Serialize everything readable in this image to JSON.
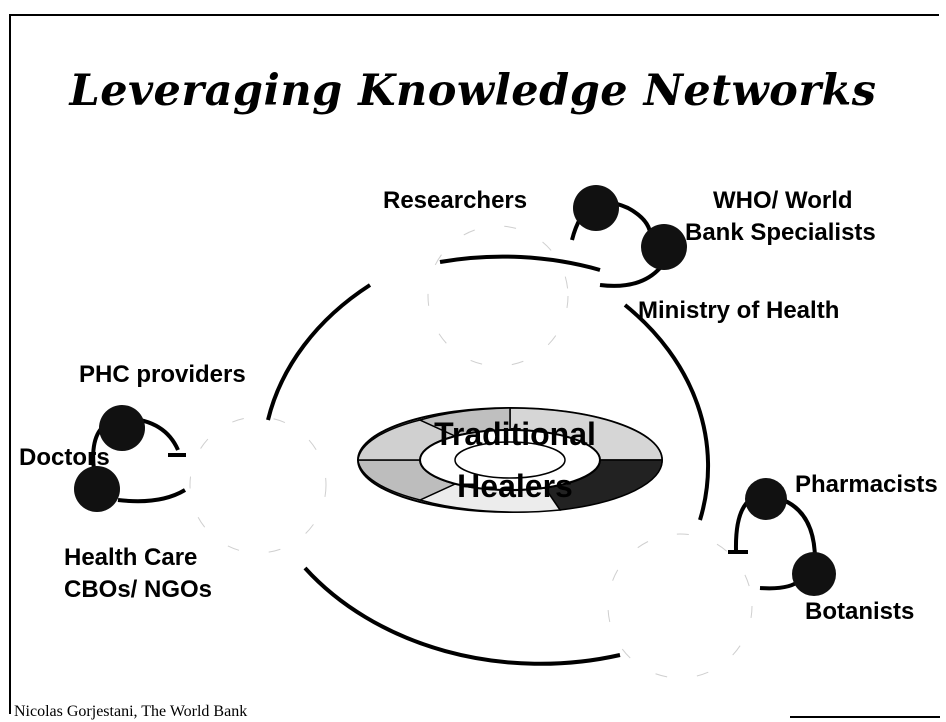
{
  "title": "Leveraging Knowledge Networks",
  "center": {
    "line1": "Traditional",
    "line2": "Healers"
  },
  "labels": {
    "researchers": "Researchers",
    "who_line1": "WHO/ World",
    "who_line2": "Bank Specialists",
    "ministry": "Ministry of Health",
    "phc": "PHC providers",
    "doctors": "Doctors",
    "healthcare_line1": "Health Care",
    "healthcare_line2": "CBOs/ NGOs",
    "pharmacists": "Pharmacists",
    "botanists": "Botanists"
  },
  "footer": "Nicolas Gorjestani, The World Bank",
  "colors": {
    "ink": "#000000",
    "node": "#111111",
    "disc_gray": "#bdbdbd",
    "disc_dark": "#222222"
  }
}
